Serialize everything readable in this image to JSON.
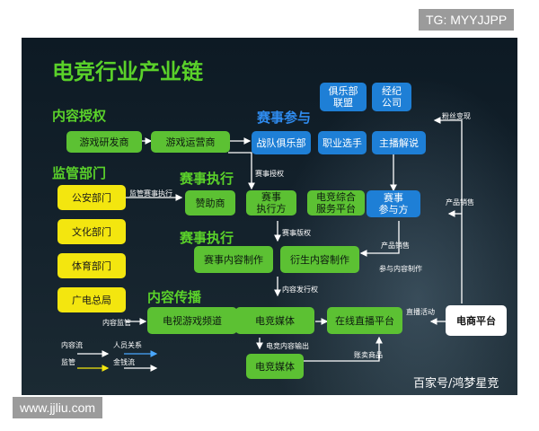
{
  "watermark_top": "TG: MYYJJPP",
  "watermark_bottom": "www.jjliu.com",
  "title": "电竞行业产业链",
  "credit": "百家号/鸿梦星竞",
  "sections": {
    "content_auth": "内容授权",
    "supervision": "监管部门",
    "event_participation": "赛事参与",
    "event_execution_1": "赛事执行",
    "event_execution_2": "赛事执行",
    "content_distribution": "内容传播"
  },
  "nodes": {
    "game_dev": "游戏研发商",
    "game_op": "游戏运营商",
    "club_league": "俱乐部\n联盟",
    "agency": "经纪\n公司",
    "team_club": "战队俱乐部",
    "pro_player": "职业选手",
    "streamer": "主播解说",
    "police": "公安部门",
    "culture": "文化部门",
    "sports": "体育部门",
    "broadcast": "广电总局",
    "sponsor": "赞助商",
    "event_executor": "赛事\n执行方",
    "esports_service": "电竞综合\n服务平台",
    "event_participant": "赛事\n参与方",
    "event_content": "赛事内容制作",
    "derivative_content": "衍生内容制作",
    "tv_channel": "电视游戏频道",
    "esports_media": "电竞媒体",
    "live_platform": "在线直播平台",
    "ecommerce": "电商平台",
    "esports_media_2": "电竞媒体"
  },
  "labels": {
    "event_auth": "赛事授权",
    "supervise_event": "监管赛事执行",
    "event_copyright": "赛事版权",
    "content_publish": "内容发行权",
    "content_supervise": "内容监管",
    "fan_monetize": "粉丝变现",
    "product_sales_1": "产品销售",
    "product_sales_2": "产品销售",
    "content_join": "参与内容制作",
    "live_activity": "直播活动",
    "content_output": "电竞内容输出",
    "tip_goods": "账卖商品"
  },
  "legend": {
    "content_flow": "内容流",
    "personnel": "人员关系",
    "supervision": "监管",
    "money_flow": "金钱流"
  },
  "colors": {
    "background": "#0d1a24",
    "green_node": "#5cc133",
    "blue_node": "#1e7fd6",
    "yellow_node": "#f3e60f",
    "section_green": "#5ad12a",
    "section_blue": "#2f8cf0",
    "arrow": "#ffffff",
    "legend_personnel": "#4aa8ff",
    "legend_supervision": "#f3e60f"
  }
}
